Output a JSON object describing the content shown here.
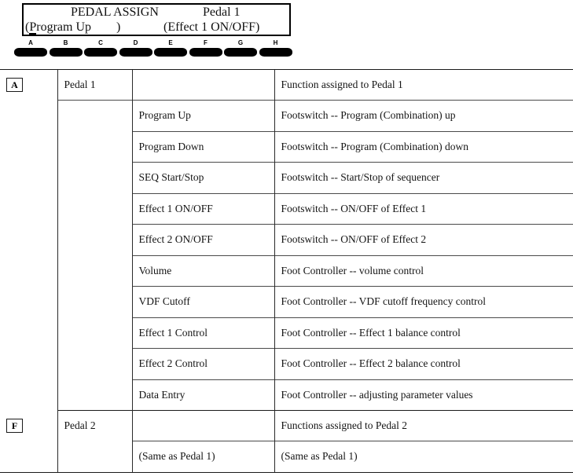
{
  "lcd": {
    "title": "PEDAL ASSIGN",
    "pedal_label": "Pedal 1",
    "param_left": "(Program Up        )",
    "param_left_cursor_char": "P",
    "param_left_prefix": "(",
    "param_left_rest": "rogram Up        )",
    "param_right": "(Effect 1 ON/OFF)"
  },
  "buttons": [
    {
      "letter": "A"
    },
    {
      "letter": "B"
    },
    {
      "letter": "C"
    },
    {
      "letter": "D"
    },
    {
      "letter": "E"
    },
    {
      "letter": "F"
    },
    {
      "letter": "G"
    },
    {
      "letter": "H"
    }
  ],
  "table": {
    "rows": [
      {
        "key": "A",
        "pedal": "Pedal 1",
        "func": "",
        "desc": "Function assigned to Pedal 1",
        "type": "header"
      },
      {
        "key": "",
        "pedal": "",
        "func": "Program Up",
        "desc": "Footswitch -- Program (Combination) up",
        "type": "item"
      },
      {
        "key": "",
        "pedal": "",
        "func": "Program Down",
        "desc": "Footswitch -- Program (Combination) down",
        "type": "item"
      },
      {
        "key": "",
        "pedal": "",
        "func": "SEQ Start/Stop",
        "desc": "Footswitch -- Start/Stop of sequencer",
        "type": "item"
      },
      {
        "key": "",
        "pedal": "",
        "func": "Effect 1 ON/OFF",
        "desc": "Footswitch -- ON/OFF of Effect 1",
        "type": "item"
      },
      {
        "key": "",
        "pedal": "",
        "func": "Effect 2 ON/OFF",
        "desc": "Footswitch -- ON/OFF of Effect 2",
        "type": "item"
      },
      {
        "key": "",
        "pedal": "",
        "func": "Volume",
        "desc": "Foot Controller -- volume control",
        "type": "item"
      },
      {
        "key": "",
        "pedal": "",
        "func": "VDF Cutoff",
        "desc": "Foot Controller -- VDF cutoff frequency control",
        "type": "item"
      },
      {
        "key": "",
        "pedal": "",
        "func": "Effect 1 Control",
        "desc": "Foot Controller -- Effect 1 balance control",
        "type": "item"
      },
      {
        "key": "",
        "pedal": "",
        "func": "Effect 2 Control",
        "desc": "Foot Controller -- Effect 2 balance control",
        "type": "item"
      },
      {
        "key": "",
        "pedal": "",
        "func": "Data Entry",
        "desc": "Foot Controller -- adjusting parameter values",
        "type": "item"
      },
      {
        "key": "F",
        "pedal": "Pedal 2",
        "func": "",
        "desc": "Functions assigned to Pedal 2",
        "type": "header"
      },
      {
        "key": "",
        "pedal": "",
        "func": "(Same as Pedal 1)",
        "desc": "(Same as Pedal 1)",
        "type": "item"
      }
    ]
  }
}
